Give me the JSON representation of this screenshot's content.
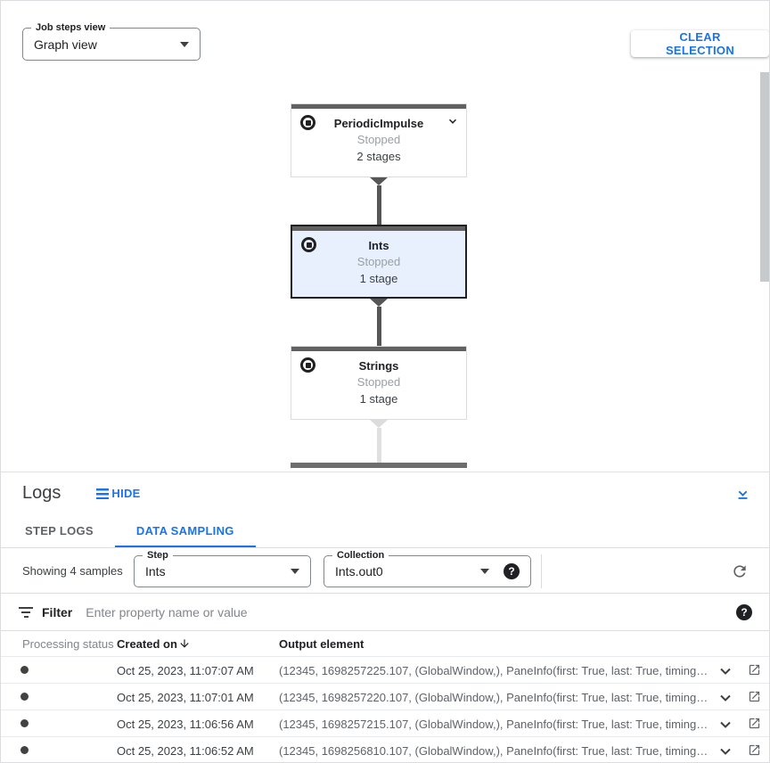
{
  "toolbar": {
    "job_steps_view": {
      "label": "Job steps view",
      "value": "Graph view"
    },
    "clear_selection_label": "CLEAR SELECTION"
  },
  "graph": {
    "nodes": [
      {
        "title": "PeriodicImpulse",
        "status": "Stopped",
        "stages": "2 stages",
        "selected": false
      },
      {
        "title": "Ints",
        "status": "Stopped",
        "stages": "1 stage",
        "selected": true
      },
      {
        "title": "Strings",
        "status": "Stopped",
        "stages": "1 stage",
        "selected": false
      }
    ]
  },
  "logs": {
    "title": "Logs",
    "hide_label": "HIDE",
    "tabs": [
      {
        "label": "STEP LOGS",
        "active": false
      },
      {
        "label": "DATA SAMPLING",
        "active": true
      }
    ],
    "samples_summary": "Showing 4 samples",
    "step_field": {
      "label": "Step",
      "value": "Ints"
    },
    "collection_field": {
      "label": "Collection",
      "value": "Ints.out0"
    },
    "filter": {
      "label": "Filter",
      "placeholder": "Enter property name or value"
    },
    "table": {
      "columns": [
        "Processing status",
        "Created on",
        "Output element"
      ],
      "sorted_column": "Created on",
      "sort_direction": "descending",
      "rows": [
        {
          "created_on": "Oct 25, 2023, 11:07:07 AM",
          "output_element": "(12345, 1698257225.107, (GlobalWindow,), PaneInfo(first: True, last: True, timing…"
        },
        {
          "created_on": "Oct 25, 2023, 11:07:01 AM",
          "output_element": "(12345, 1698257220.107, (GlobalWindow,), PaneInfo(first: True, last: True, timing…"
        },
        {
          "created_on": "Oct 25, 2023, 11:06:56 AM",
          "output_element": "(12345, 1698257215.107, (GlobalWindow,), PaneInfo(first: True, last: True, timing…"
        },
        {
          "created_on": "Oct 25, 2023, 11:06:52 AM",
          "output_element": "(12345, 1698256810.107, (GlobalWindow,), PaneInfo(first: True, last: True, timing…"
        }
      ]
    }
  },
  "icons": {
    "stop-circle": "filled square inside circle ring",
    "chevron-down": "⌄",
    "dropdown-caret": "▾",
    "hide-lines": "☰",
    "collapse-panel": "⌄ over underline",
    "refresh": "↻",
    "help": "? in filled circle",
    "filter-list": "three shrinking bars",
    "sort-arrow-down": "↓",
    "open-in-new": "box with outgoing arrow",
    "status-dot": "●"
  },
  "colors": {
    "accent_blue": "#1a73e8",
    "selected_node_bg": "#e8f0fe",
    "node_topbar": "#616161",
    "edge_dark": "#565656",
    "edge_light": "#e0e0e0",
    "text_primary": "#202124",
    "text_secondary": "#5f6368",
    "text_muted": "#9aa0a6",
    "border": "#dadce0"
  }
}
